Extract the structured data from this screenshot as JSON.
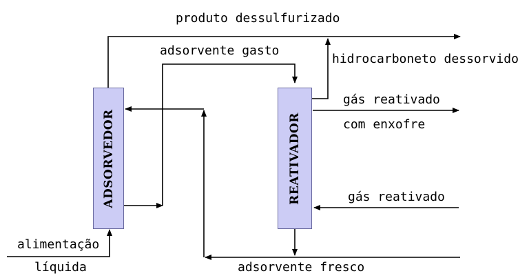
{
  "vessels": {
    "adsorber": "ADSORVEDOR",
    "reactivator": "REATIVADOR"
  },
  "streams": {
    "product": "produto dessulfurizado",
    "spent_adsorbent": "adsorvente gasto",
    "desorbed_hydrocarbon": "hidrocarboneto dessorvido",
    "reactivated_gas_out_line1": "gás reativado",
    "reactivated_gas_out_line2": "com enxofre",
    "reactivated_gas_in": "gás reativado",
    "feed_line1": "alimentação",
    "feed_line2": "líquida",
    "fresh_adsorbent": "adsorvente fresco"
  },
  "colors": {
    "vessel_fill": "#ccccf5",
    "line": "#000000"
  }
}
